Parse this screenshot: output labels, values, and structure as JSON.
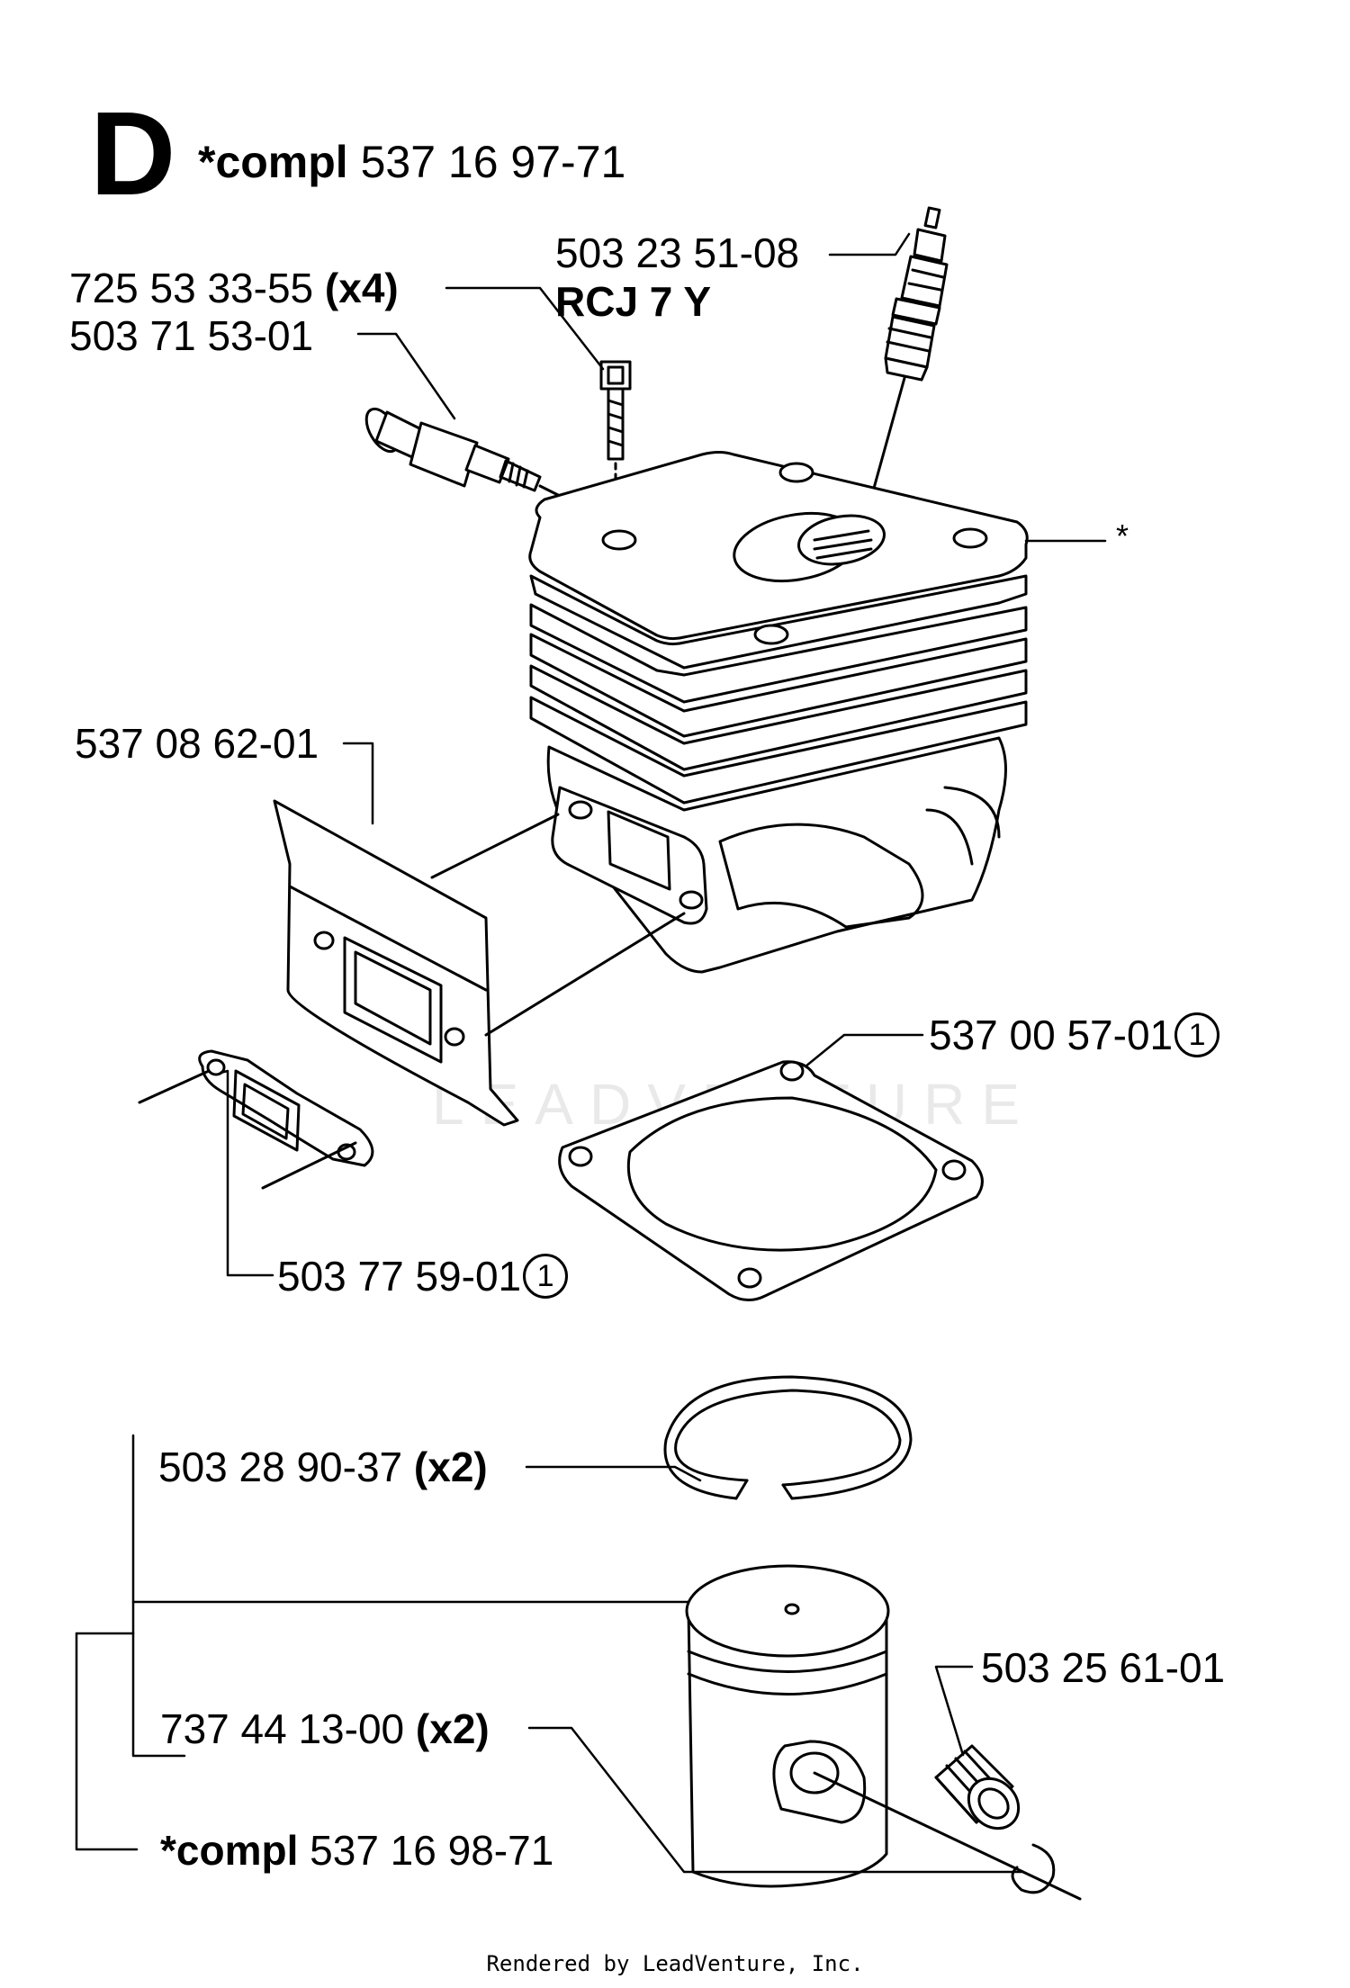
{
  "section": {
    "letter": "D",
    "compl_prefix": "*compl",
    "compl_number": "537 16 97-71"
  },
  "parts": {
    "spark_plug": {
      "number": "503 23 51-08",
      "note": "RCJ 7 Y"
    },
    "screw": {
      "number": "725 53 33-55",
      "qty": "(x4)"
    },
    "decompression_valve": {
      "number": "503 71 53-01"
    },
    "cylinder_marker": "*",
    "heat_shield": {
      "number": "537 08 62-01"
    },
    "cylinder_gasket": {
      "number": "537 00 57-01",
      "mark": "1"
    },
    "muffler_gasket": {
      "number": "503 77 59-01",
      "mark": "1"
    },
    "piston_ring": {
      "number": "503 28 90-37",
      "qty": "(x2)"
    },
    "needle_bearing": {
      "number": "503 25 61-01"
    },
    "circlip": {
      "number": "737 44 13-00",
      "qty": "(x2)"
    },
    "piston_compl": {
      "prefix": "*compl",
      "number": "537 16 98-71"
    }
  },
  "watermark": "LEADVENTURE",
  "footer": "Rendered by LeadVenture, Inc."
}
